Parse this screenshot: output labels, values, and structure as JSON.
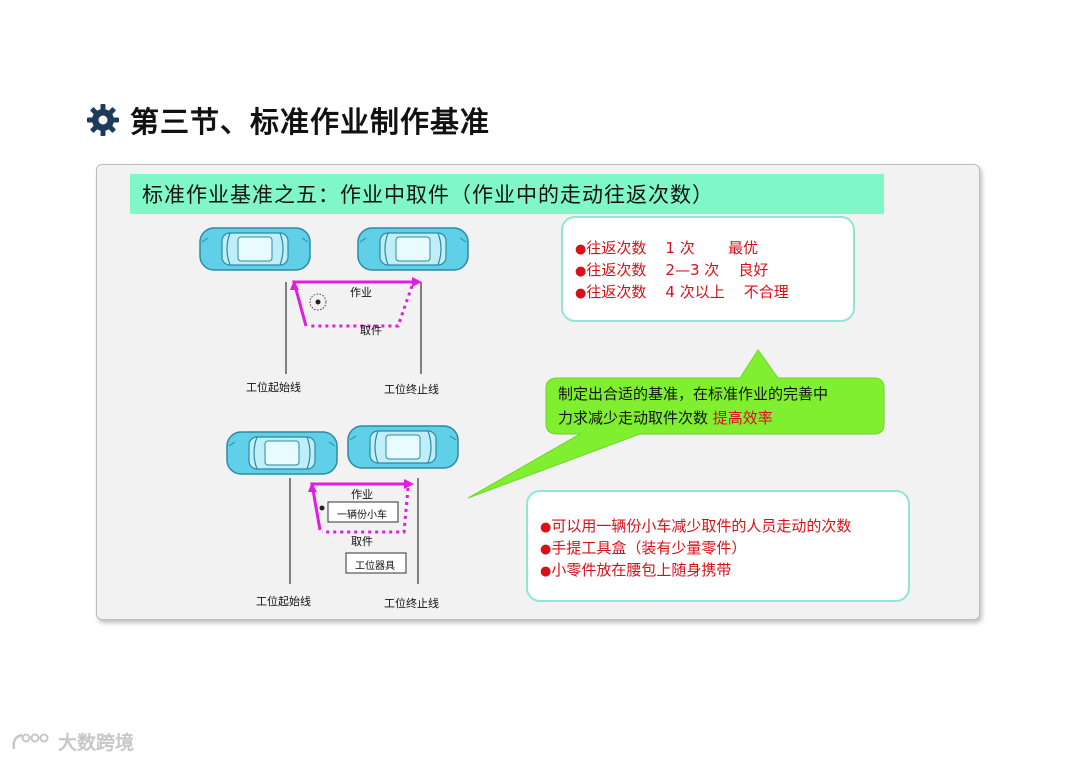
{
  "page": {
    "title": "第三节、标准作业制作基准"
  },
  "banner": {
    "text": "标准作业基准之五：作业中取件（作业中的走动往返次数）"
  },
  "top_box": {
    "items": [
      "往返次数    1 次       最优",
      "往返次数    2—3 次    良好",
      "往返次数    4 次以上    不合理"
    ]
  },
  "callout": {
    "line1": "制定出合适的基准，在标准作业的完善中",
    "line2_prefix": "力求减少走动取件次数   ",
    "line2_highlight": "提高效率"
  },
  "bottom_box": {
    "items": [
      "可以用一辆份小车减少取件的人员走动的次数",
      "手提工具盒（装有少量零件）",
      "小零件放在腰包上随身携带"
    ]
  },
  "diagram_top": {
    "work_label": "作业",
    "pick_label": "取件",
    "start_line_label": "工位起始线",
    "end_line_label": "工位终止线"
  },
  "diagram_bottom": {
    "work_label": "作业",
    "pick_label": "取件",
    "cart_label": "一辆份小车",
    "toolbox_label": "工位器具",
    "start_line_label": "工位起始线",
    "end_line_label": "工位终止线"
  },
  "colors": {
    "banner": "#7ff7c7",
    "callout": "#7fef2f",
    "path": "#e01de0",
    "red_text": "#d8101a",
    "car_body": "#5fd0e8"
  },
  "icons": [
    "gear-icon",
    "car-icon",
    "watermark-logo-icon"
  ],
  "watermark": {
    "text": "大数跨境"
  }
}
